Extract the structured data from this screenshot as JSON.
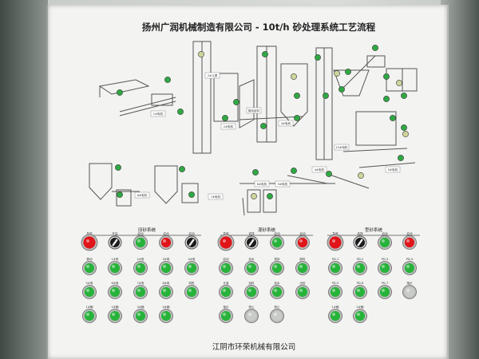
{
  "header": {
    "title": "扬州广润机械制造有限公司 - 10t/h 砂处理系统工艺流程"
  },
  "footer": {
    "company": "江阴市环荣机械有限公司"
  },
  "panels": [
    {
      "title": "旧砂系统"
    },
    {
      "title": "混砂系统"
    },
    {
      "title": "型砂系统"
    }
  ],
  "diagram": {
    "tags": [
      "2#斗提",
      "1#电机",
      "2#电机",
      "振动给料",
      "3#电机",
      "4#电机",
      "5#电机",
      "6#电机",
      "7#电机",
      "8#电机",
      "9#电机",
      "10#电机"
    ]
  },
  "colors": {
    "board": "#f3f4f2",
    "green": "#27b33a",
    "red": "#e0151a",
    "grey": "#c9cbc9",
    "black": "#1a1a1a",
    "line": "#555555"
  },
  "controls": [
    {
      "group": 0,
      "rows": [
        [
          "急停",
          "开启",
          "启动",
          "启动",
          "启动"
        ],
        [
          "振动",
          "1#电",
          "2#电",
          "3#电",
          "4#电"
        ],
        [
          "5#电",
          "6#电",
          "7#电",
          "8#电",
          "风机"
        ],
        [
          "1#输",
          "2#输",
          "3#输",
          "4#输"
        ]
      ]
    },
    {
      "group": 1,
      "rows": [
        [
          "急停",
          "选择",
          "启动",
          "启动"
        ],
        [
          "启动",
          "加水",
          "混砂",
          "卸料"
        ],
        [
          "计量",
          "加料",
          "加水",
          "出砂"
        ],
        [
          "指示",
          "停止",
          "停止"
        ]
      ]
    },
    {
      "group": 2,
      "rows": [
        [
          "急停",
          "选择",
          "启动",
          "启动"
        ],
        [
          "PD-1",
          "PD-2",
          "PD-3",
          "PD-4"
        ],
        [
          "PD-5",
          "PD-6",
          "PD-7",
          "指示"
        ],
        [
          "1#输",
          "2#输"
        ]
      ]
    }
  ]
}
